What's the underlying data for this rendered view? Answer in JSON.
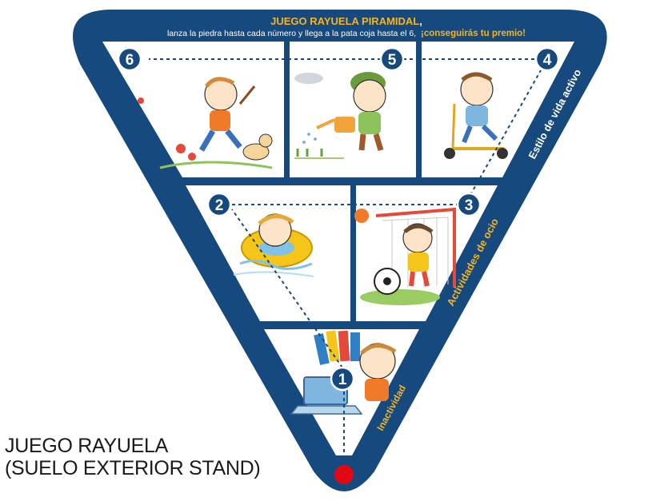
{
  "header": {
    "title": "JUEGO RAYUELA PIRAMIDAL",
    "title_suffix": ",",
    "subtitle": "lanza la piedra hasta cada número y llega a la pata coja hasta el 6,",
    "highlight": "¡conseguirás tu premio!"
  },
  "side_labels": {
    "top": "Estilo de vida activo",
    "middle": "Actividades de ocio",
    "bottom": "Inactividad"
  },
  "steps": [
    {
      "number": "1",
      "scene": "child-laptop-illustration"
    },
    {
      "number": "2",
      "scene": "child-swim-ring-illustration"
    },
    {
      "number": "3",
      "scene": "child-football-goal-illustration"
    },
    {
      "number": "4",
      "scene": "child-scooter-illustration"
    },
    {
      "number": "5",
      "scene": "child-watering-plants-illustration"
    },
    {
      "number": "6",
      "scene": "child-running-dog-illustration"
    }
  ],
  "caption": {
    "line1": "JUEGO RAYUELA",
    "line2": "(SUELO EXTERIOR STAND)"
  },
  "colors": {
    "frame": "#16497d",
    "accent": "#f5b326",
    "start_dot": "#e30613",
    "background": "#ffffff"
  }
}
